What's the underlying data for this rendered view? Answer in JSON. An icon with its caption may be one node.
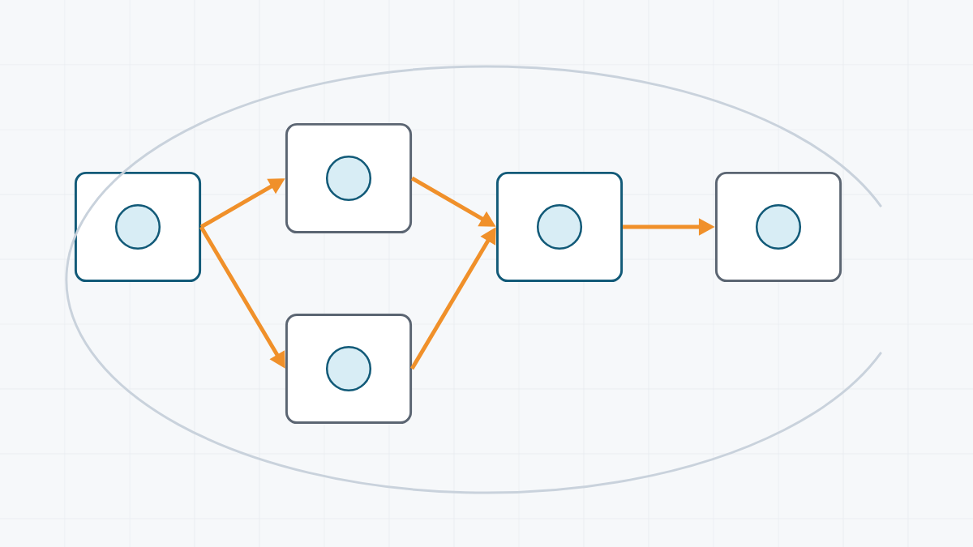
{
  "diagram": {
    "nodes": [
      {
        "text": [],
        "shape": "box"
      },
      {
        "text": [],
        "shape": "circle",
        "in": 0
      },
      {
        "text": [],
        "shape": "box"
      },
      {
        "text": [],
        "shape": "circle",
        "in": 2
      },
      {
        "text": [],
        "shape": "box"
      },
      {
        "text": [],
        "shape": "circle",
        "in": 4
      },
      {
        "text": [],
        "shape": "box"
      },
      {
        "text": [],
        "shape": "circle",
        "in": 6
      },
      {
        "text": [],
        "shape": "box"
      },
      {
        "text": [],
        "shape": "circle",
        "in": 8
      }
    ],
    "edges": [
      {
        "from": 0,
        "to": 2,
        "arrow": "to"
      },
      {
        "from": 0,
        "to": 4,
        "arrow": "to"
      },
      {
        "from": 2,
        "to": 6,
        "arrow": "to"
      },
      {
        "from": 4,
        "to": 6,
        "arrow": "to"
      },
      {
        "from": 6,
        "to": 8,
        "arrow": "to"
      }
    ]
  }
}
